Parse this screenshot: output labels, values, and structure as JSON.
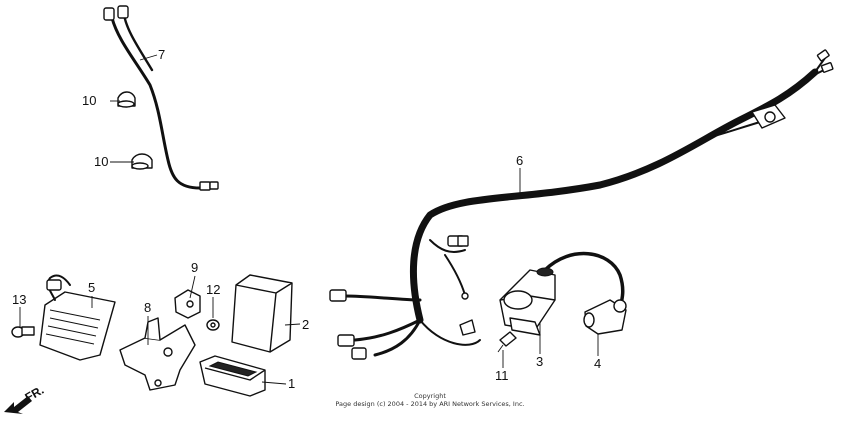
{
  "callouts": {
    "c1": "1",
    "c2": "2",
    "c3": "3",
    "c4": "4",
    "c5": "5",
    "c6": "6",
    "c7": "7",
    "c8": "8",
    "c9": "9",
    "c10a": "10",
    "c10b": "10",
    "c11": "11",
    "c12": "12",
    "c13": "13"
  },
  "direction_label": "FR.",
  "copyright": {
    "line1": "Copyright",
    "line2": "Page design (c) 2004 - 2014 by ARI Network Services, Inc."
  }
}
